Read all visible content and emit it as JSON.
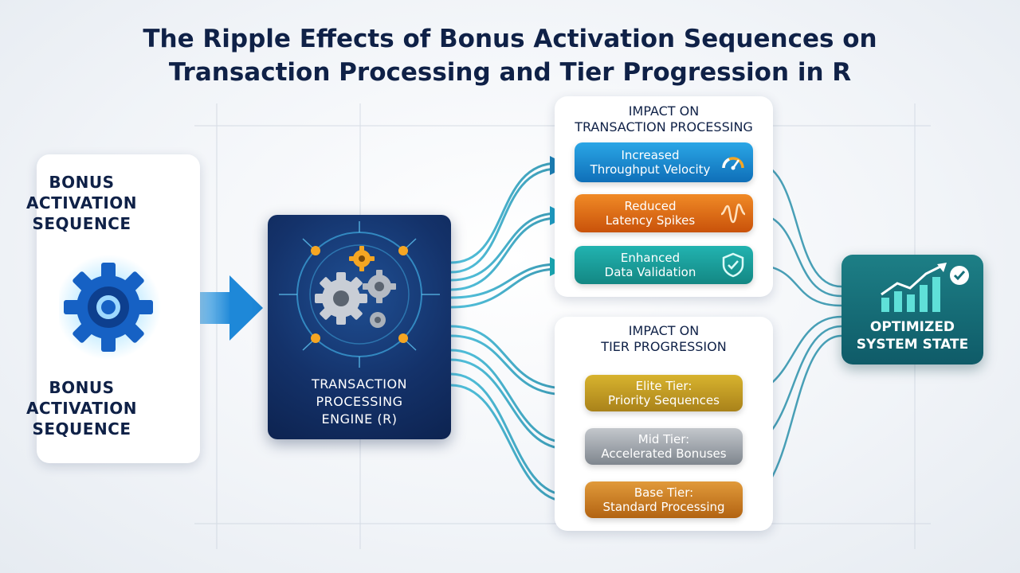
{
  "title": {
    "line1": "The Ripple Effects of Bonus Activation Sequences on",
    "line2": "Transaction Processing and Tier Progression in R"
  },
  "bonus": {
    "label_top": [
      "BONUS",
      "ACTIVATION",
      "SEQUENCE"
    ],
    "label_bottom": [
      "BONUS",
      "ACTIVATION",
      "SEQUENCE"
    ],
    "icon": "gear-icon"
  },
  "engine": {
    "label": [
      "TRANSACTION",
      "PROCESSING",
      "ENGINE (R)"
    ],
    "icon": "circuit-gears-icon"
  },
  "transaction_impact": {
    "title": [
      "IMPACT ON",
      "TRANSACTION PROCESSING"
    ],
    "items": [
      {
        "lines": [
          "Increased",
          "Throughput Velocity"
        ],
        "icon": "speedometer-icon",
        "color": "#1a8fd4"
      },
      {
        "lines": [
          "Reduced",
          "Latency Spikes"
        ],
        "icon": "waveform-icon",
        "color": "#e0721a"
      },
      {
        "lines": [
          "Enhanced",
          "Data Validation"
        ],
        "icon": "shield-check-icon",
        "color": "#1aa3a0"
      }
    ]
  },
  "tier_impact": {
    "title": [
      "IMPACT ON",
      "TIER PROGRESSION"
    ],
    "items": [
      {
        "lines": [
          "Elite Tier:",
          "Priority Sequences"
        ],
        "color": "#c39e24"
      },
      {
        "lines": [
          "Mid Tier:",
          "Accelerated Bonuses"
        ],
        "color": "#a3a8ae"
      },
      {
        "lines": [
          "Base Tier:",
          "Standard Processing"
        ],
        "color": "#cf7f22"
      }
    ]
  },
  "outcome": {
    "label": [
      "OPTIMIZED",
      "SYSTEM STATE"
    ],
    "icon": "rising-chart-check-icon",
    "color": "#16707a"
  }
}
